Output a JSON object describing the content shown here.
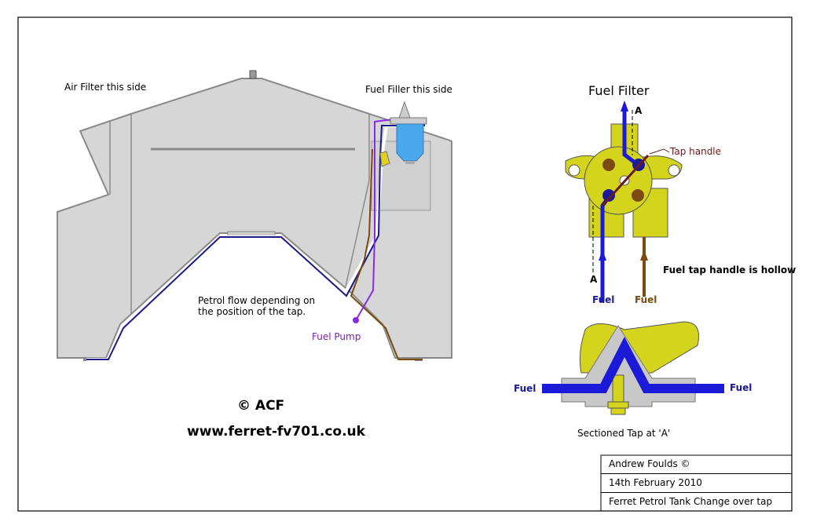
{
  "labels": {
    "air_filter": "Air Filter this side",
    "fuel_filler": "Fuel Filler this side",
    "petrol_flow_1": "Petrol flow depending on",
    "petrol_flow_2": "the position of the tap.",
    "fuel_pump": "Fuel Pump",
    "copyright": "©  ACF",
    "website": "www.ferret-fv701.co.uk",
    "fuel_filter": "Fuel Filter",
    "section_a_top": "A",
    "section_a_bottom": "A",
    "tap_handle": "Tap handle",
    "hollow_note": "Fuel tap handle is hollow",
    "fuel_blue": "Fuel",
    "fuel_brown": "Fuel",
    "section_fuel_left": "Fuel",
    "section_fuel_right": "Fuel",
    "section_caption": "Sectioned Tap at 'A'"
  },
  "title_block": {
    "author": "Andrew Foulds  ©",
    "date": "14th February 2010",
    "title": "Ferret Petrol Tank   Change over tap"
  },
  "colors": {
    "tank": "#d4d4d4",
    "fuel_blue": "#1a1ad8",
    "fuel_brown": "#7a4a10",
    "pump_purple": "#8a2be2",
    "tap_yellow": "#d4d41c"
  }
}
